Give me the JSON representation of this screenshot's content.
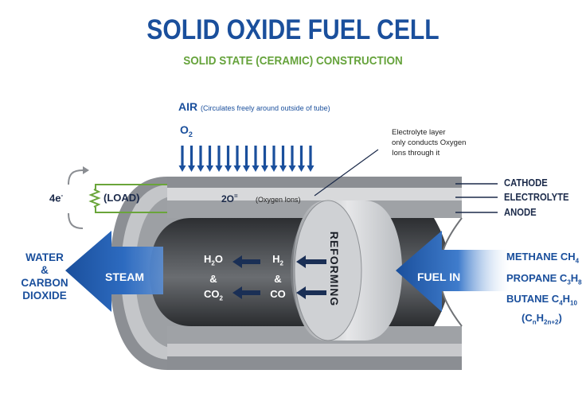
{
  "header": {
    "title": "SOLID OXIDE FUEL CELL",
    "subtitle": "SOLID STATE (CERAMIC) CONSTRUCTION"
  },
  "air": {
    "label": "AIR",
    "note": "(Circulates freely around outside of tube)",
    "o2_base": "O",
    "o2_sub": "2"
  },
  "electrolyte_note": {
    "line1": "Electrolyte layer",
    "line2": "only conducts Oxygen",
    "line3": "Ions through it"
  },
  "layers": {
    "cathode": "CATHODE",
    "electrolyte": "ELECTROLYTE",
    "anode": "ANODE"
  },
  "circuit": {
    "electrons_base": "4e",
    "electrons_sup": "-",
    "load": "(LOAD)"
  },
  "ions": {
    "charge_base": "2O",
    "charge_sup": "=",
    "note": "(Oxygen Ions)"
  },
  "output": {
    "line1": "WATER",
    "line2": "&",
    "line3": "CARBON",
    "line4": "DIOXIDE",
    "steam": "STEAM"
  },
  "products": {
    "h2o_base": "H",
    "h2o_sub": "2",
    "h2o_end": "O",
    "amp": "&",
    "co2_base": "CO",
    "co2_sub": "2"
  },
  "reactants": {
    "h2_base": "H",
    "h2_sub": "2",
    "amp": "&",
    "co": "CO"
  },
  "reforming": "REFORMING",
  "fuel_in": "FUEL IN",
  "fuels": {
    "methane": "METHANE CH",
    "methane_sub": "4",
    "propane": "PROPANE C",
    "propane_sub1": "3",
    "propane_mid": "H",
    "propane_sub2": "8",
    "butane": "BUTANE C",
    "butane_sub1": "4",
    "butane_mid": "H",
    "butane_sub2": "10",
    "general_open": "(C",
    "general_sub1": "n",
    "general_mid": "H",
    "general_sub2": "2n+2",
    "general_close": ")"
  },
  "colors": {
    "title": "#1a4f9c",
    "subtitle": "#66a33c",
    "arrow_blue": "#1f5fb0",
    "tube_gray": "#8a8d92"
  }
}
